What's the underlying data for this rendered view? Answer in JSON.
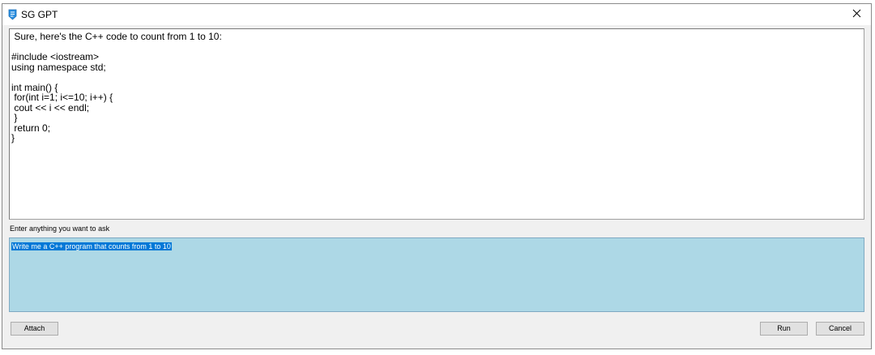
{
  "window": {
    "title": "SG GPT",
    "icon": "sg-gpt-app-icon",
    "close_icon": "close-icon"
  },
  "response": {
    "text": " Sure, here's the C++ code to count from 1 to 10:\n\n#include <iostream>\nusing namespace std;\n\nint main() {\n for(int i=1; i<=10; i++) {\n cout << i << endl;\n }\n return 0;\n}"
  },
  "prompt": {
    "label": "Enter anything you want to ask",
    "value": "Write me a C++ program that counts from 1 to 10"
  },
  "buttons": {
    "attach": "Attach",
    "run": "Run",
    "cancel": "Cancel"
  },
  "colors": {
    "input_background": "#add8e6",
    "selection": "#0078d7",
    "icon_accent": "#1e90ff"
  }
}
